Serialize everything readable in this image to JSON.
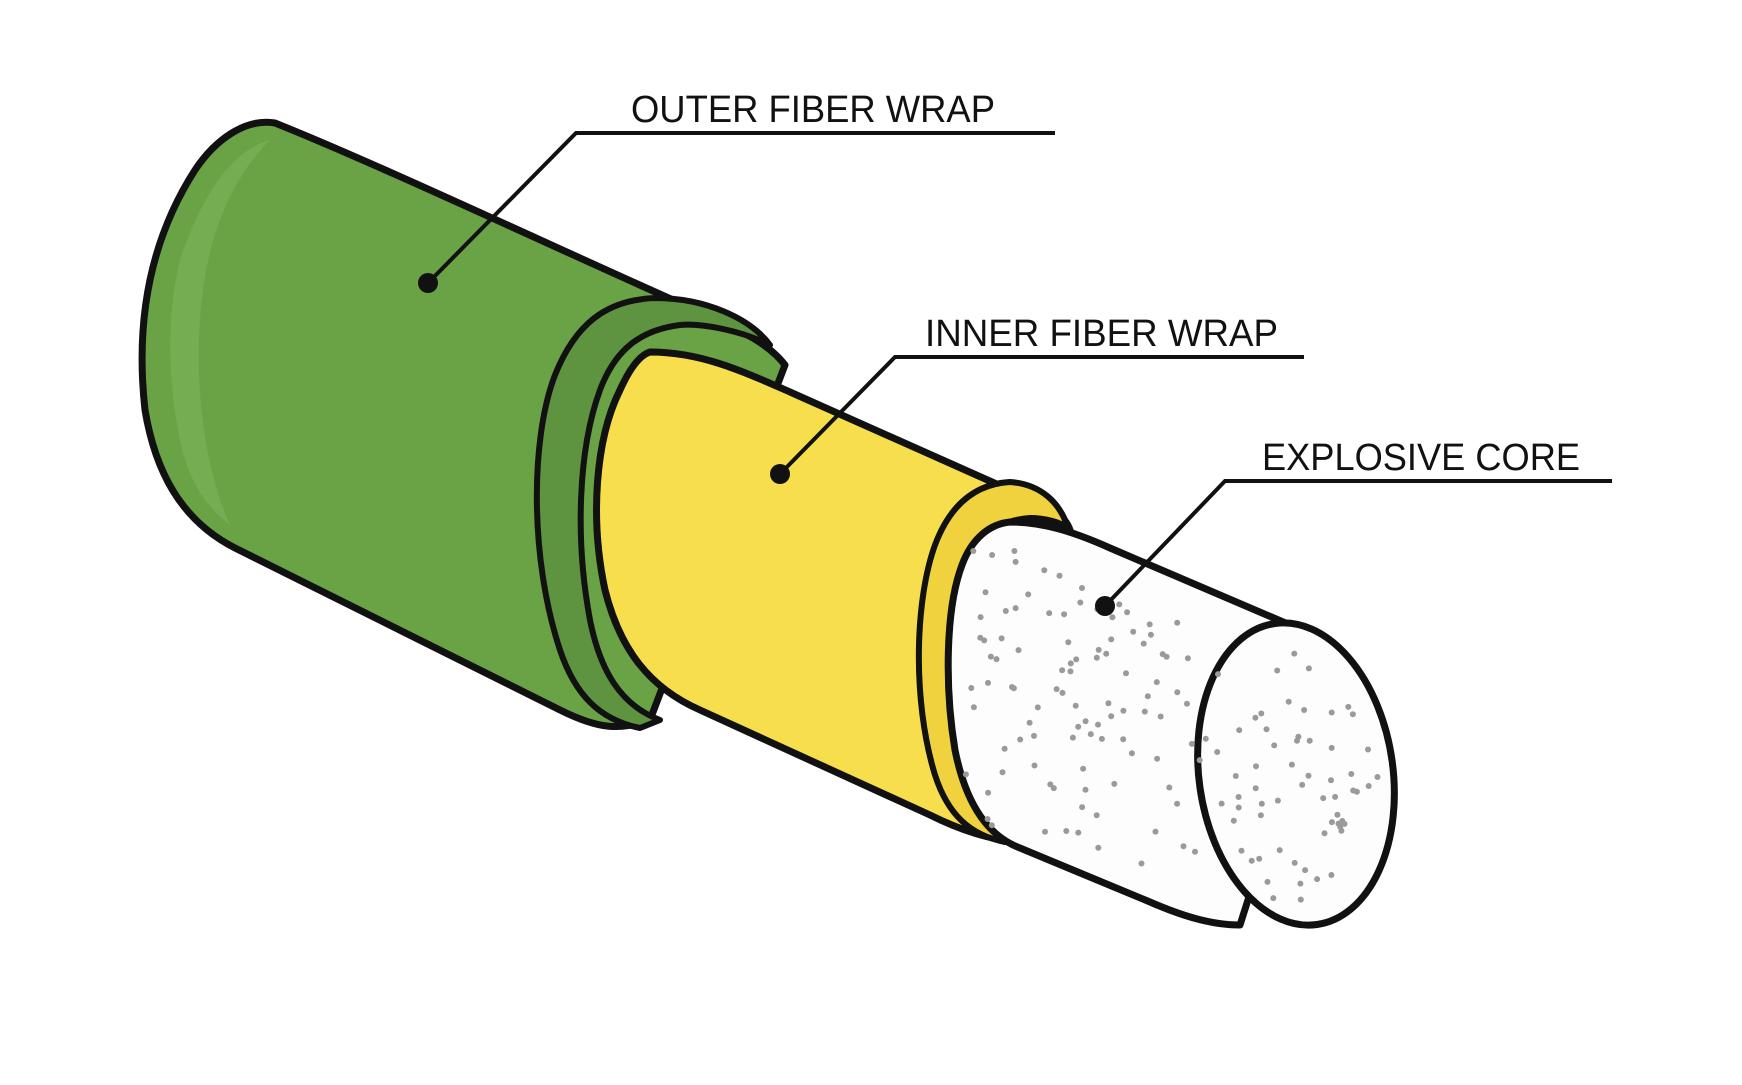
{
  "diagram": {
    "labels": {
      "outer_fiber_wrap": "OUTER FIBER WRAP",
      "inner_fiber_wrap": "INNER FIBER WRAP",
      "explosive_core": "EXPLOSIVE CORE"
    },
    "colors": {
      "outer_fiber_wrap": "#6aa246",
      "outer_fiber_wrap_shade": "#5e9440",
      "inner_fiber_wrap": "#f7de4d",
      "inner_fiber_wrap_shade": "#efd23d",
      "explosive_core": "#fdfdfd",
      "core_speckle": "#9a9a9a",
      "outline": "#111111",
      "background": "#ffffff"
    }
  }
}
